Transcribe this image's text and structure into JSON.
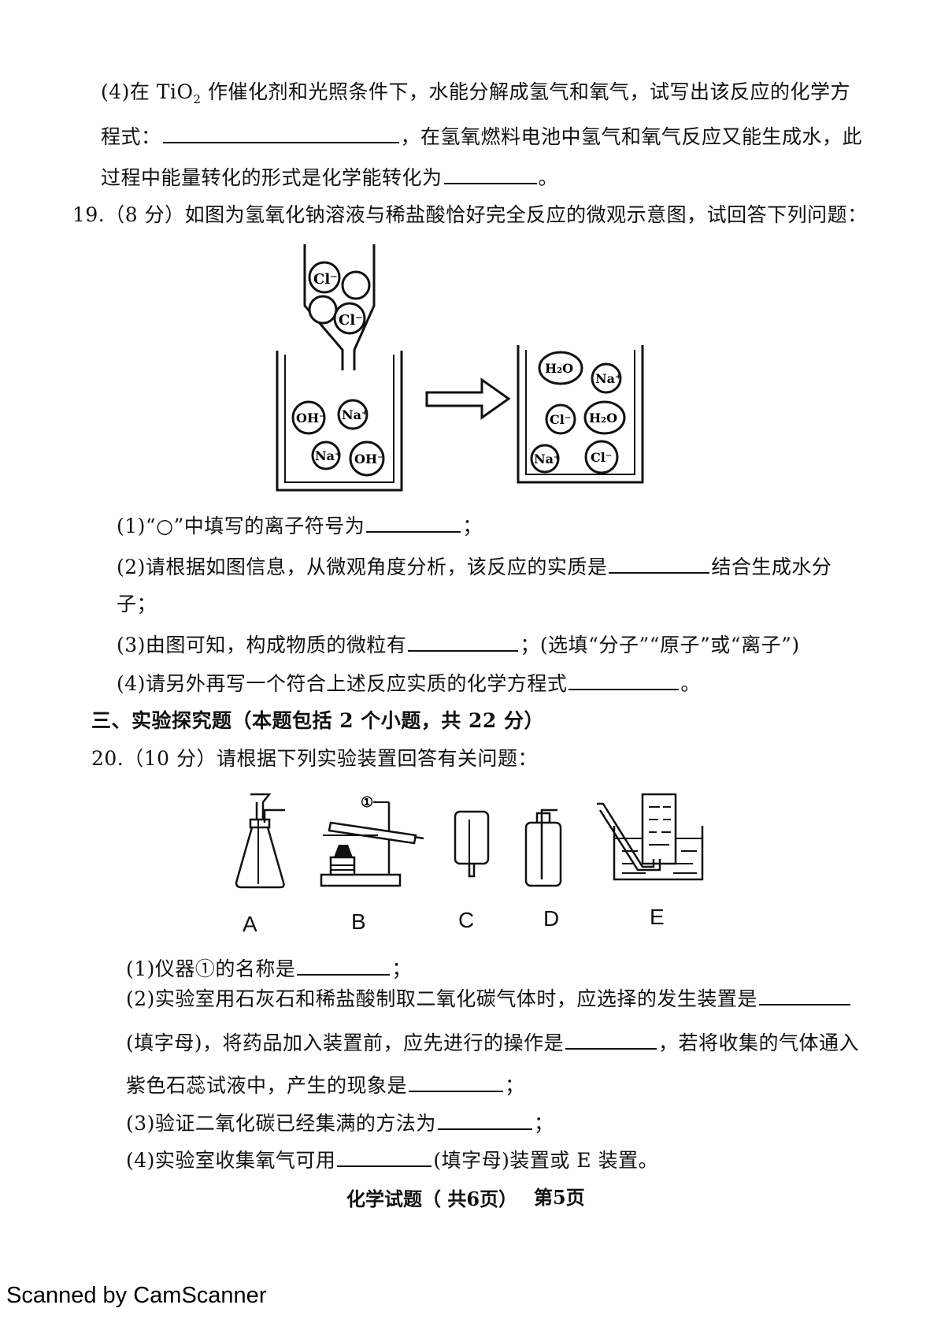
{
  "q18_part4": {
    "line1_prefix": "(4)在 TiO",
    "line1_sub": "2",
    "line1_suffix": " 作催化剂和光照条件下，水能分解成氢气和氧气，试写出该反应的化学方",
    "line2_prefix": "程式：",
    "line2_suffix": "，在氢氧燃料电池中氢气和氧气反应又能生成水，此",
    "line3_prefix": "过程中能量转化的形式是化学能转化为",
    "line3_suffix": "。"
  },
  "q19": {
    "title": "19.（8 分）如图为氢氧化钠溶液与稀盐酸恰好完全反应的微观示意图，试回答下列问题：",
    "figure_labels": {
      "cl": "Cl⁻",
      "oh": "OH⁻",
      "na": "Na⁺",
      "h2o": "H₂O"
    },
    "sub1_prefix": "(1)“○”中填写的离子符号为",
    "sub1_suffix": "；",
    "sub2_prefix": "(2)请根据如图信息，从微观角度分析，该反应的实质是",
    "sub2_suffix": "结合生成水分",
    "sub2_cont": "子；",
    "sub3_prefix": "(3)由图可知，构成物质的微粒有",
    "sub3_suffix": "；(选填“分子”“原子”或“离子”)",
    "sub4_prefix": "(4)请另外再写一个符合上述反应实质的化学方程式",
    "sub4_suffix": "。"
  },
  "section3": {
    "title": "三、实验探究题（本题包括 2 个小题，共 22 分）"
  },
  "q20": {
    "title": "20.（10 分）请根据下列实验装置回答有关问题：",
    "apparatus_labels": [
      "A",
      "B",
      "C",
      "D",
      "E"
    ],
    "marker": "①",
    "sub1_prefix": "(1)仪器①的名称是",
    "sub1_suffix": "；",
    "sub2_prefix": "(2)实验室用石灰石和稀盐酸制取二氧化碳气体时，应选择的发生装置是",
    "sub2_l2_prefix": "(填字母)，将药品加入装置前，应先进行的操作是",
    "sub2_l2_suffix": "，若将收集的气体通入",
    "sub2_l3_prefix": "紫色石蕊试液中，产生的现象是",
    "sub2_l3_suffix": "；",
    "sub3_prefix": "(3)验证二氧化碳已经集满的方法为",
    "sub3_suffix": "；",
    "sub4_prefix": "(4)实验室收集氧气可用",
    "sub4_suffix": "(填字母)装置或 E 装置。"
  },
  "footer": {
    "left": "化学试题（ 共6页）",
    "right": "第5页"
  },
  "watermark": "Scanned by CamScanner"
}
